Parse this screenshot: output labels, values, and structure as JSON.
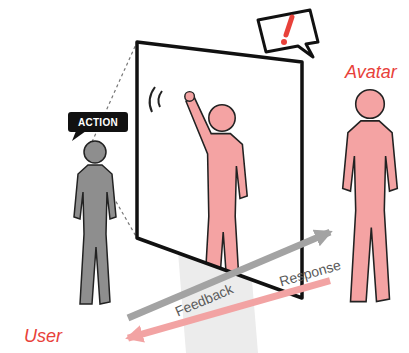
{
  "diagram": {
    "nodes": [
      {
        "text": [
          "ACTION"
        ]
      },
      {
        "text": [
          "User"
        ]
      },
      {
        "text": [
          "Avatar"
        ]
      }
    ],
    "edges": [
      {
        "from": 1,
        "to": 2,
        "arrow": "to",
        "label": "Feedback"
      },
      {
        "from": 2,
        "to": 1,
        "arrow": "to",
        "label": "Response"
      }
    ]
  }
}
